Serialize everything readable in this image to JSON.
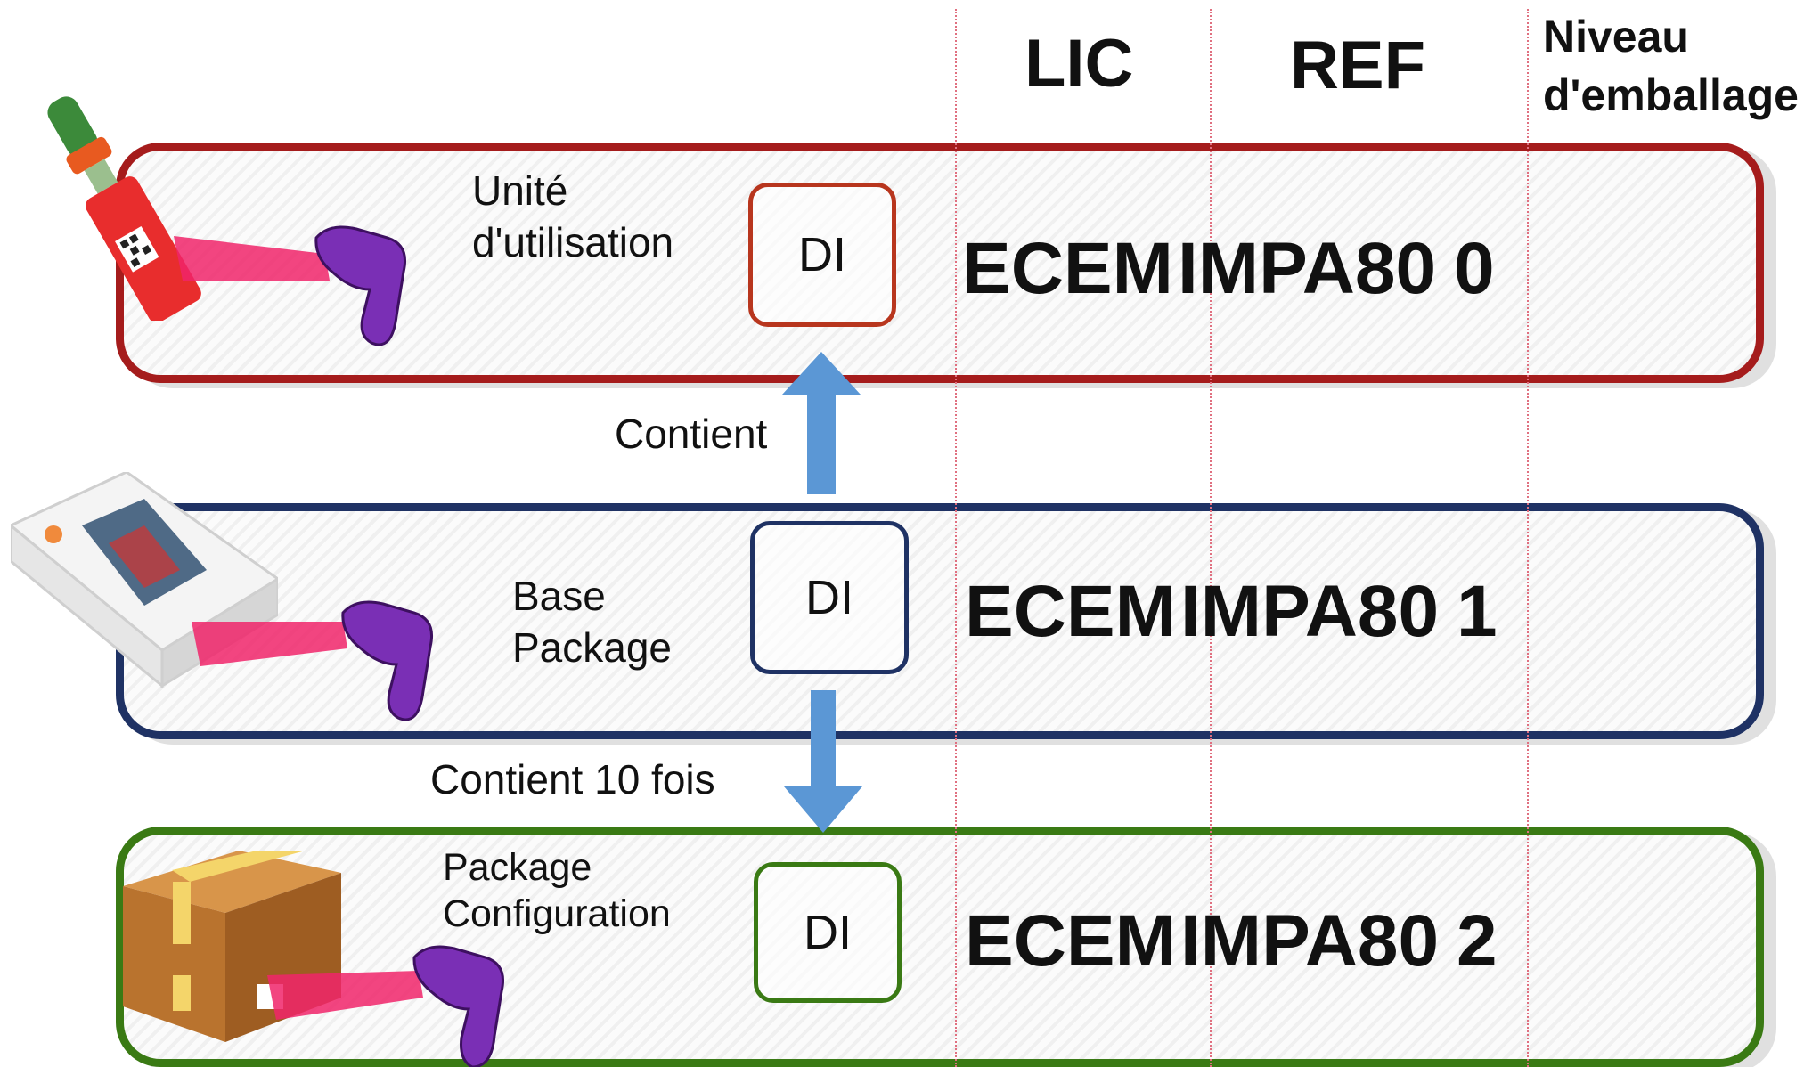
{
  "headers": {
    "lic": "LIC",
    "ref": "REF",
    "niveau": "Niveau\nd'emballage"
  },
  "rows": [
    {
      "label": "Unité\nd'utilisation",
      "di": "DI",
      "lic": "ECEM",
      "ref": "IMPA80",
      "niveau": "0",
      "color": "#a51c1c"
    },
    {
      "label": "Base\nPackage",
      "di": "DI",
      "lic": "ECEM",
      "ref": "IMPA80",
      "niveau": "1",
      "color": "#1f3264"
    },
    {
      "label": "Package\nConfiguration",
      "di": "DI",
      "lic": "ECEM",
      "ref": "IMPA80",
      "niveau": "2",
      "color": "#3a7a14"
    }
  ],
  "arrows": [
    {
      "label": "Contient",
      "direction": "up"
    },
    {
      "label": "Contient 10 fois",
      "direction": "down"
    }
  ],
  "colors": {
    "arrow": "#5b97d5",
    "scanner": "#7a2fb5",
    "beam": "#f0246a",
    "divider": "#e07080"
  },
  "icons": [
    "vial-icon",
    "box-package-icon",
    "cardboard-box-icon",
    "barcode-scanner-icon"
  ]
}
